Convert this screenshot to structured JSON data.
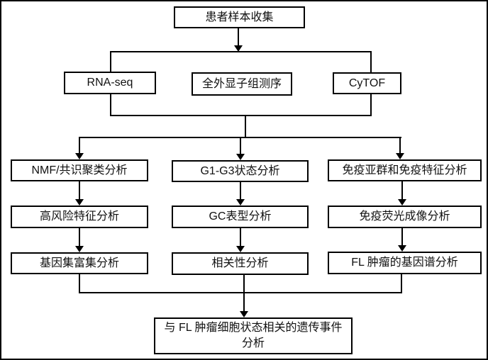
{
  "flowchart": {
    "title": "FL tumor analysis workflow",
    "nodes": {
      "patient_sample": "患者样本收集",
      "rna_seq": "RNA-seq",
      "wes": "全外显子组测序",
      "cytof": "CyTOF",
      "nmf": "NMF/共识聚类分析",
      "g1g3": "G1-G3状态分析",
      "immune": "免疫亚群和免疫特征分析",
      "high_risk": "高风险特征分析",
      "gc": "GC表型分析",
      "if_imaging": "免疫荧光成像分析",
      "gsea": "基因集富集分析",
      "correlation": "相关性分析",
      "fl_profile": "FL 肿瘤的基因谱分析",
      "final": "与 FL 肿瘤细胞状态相关的遗传事件分析"
    },
    "colors": {
      "line": "#000000",
      "box_border": "#000000",
      "background": "#ffffff",
      "text": "#111111"
    }
  }
}
